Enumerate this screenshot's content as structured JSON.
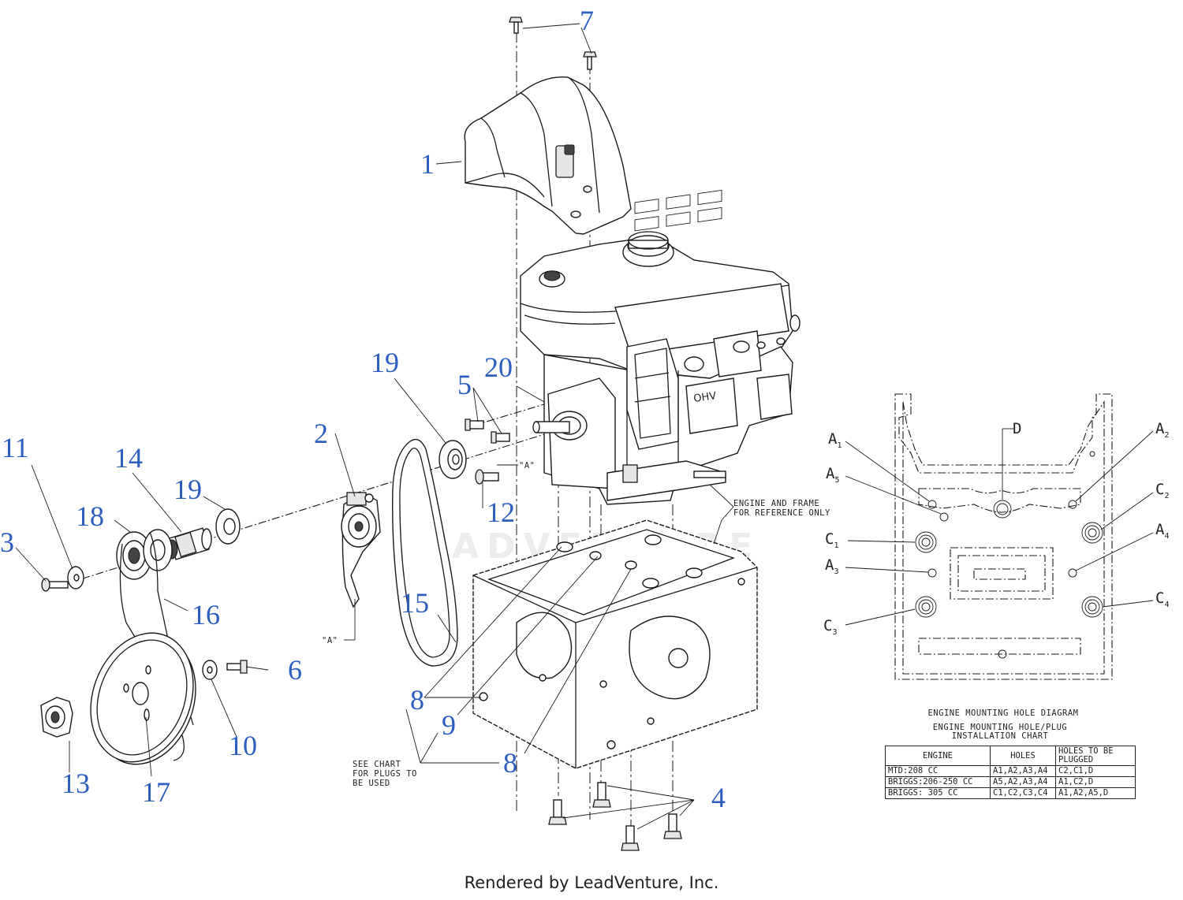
{
  "watermark": "LEADVENTURE",
  "callouts": [
    "1",
    "2",
    "3",
    "4",
    "5",
    "6",
    "7",
    "8",
    "8",
    "9",
    "10",
    "11",
    "12",
    "13",
    "14",
    "15",
    "16",
    "17",
    "18",
    "19",
    "19",
    "20"
  ],
  "notes": {
    "engine_frame_1": "ENGINE AND FRAME",
    "engine_frame_2": "FOR REFERENCE ONLY",
    "see_chart_1": "SEE CHART",
    "see_chart_2": "FOR PLUGS TO",
    "see_chart_3": "BE USED",
    "ref_a_top": "\"A\"",
    "ref_a_left": "\"A\""
  },
  "hole_labels": {
    "a": "A",
    "c": "C",
    "d": "D",
    "s1": "1",
    "s2": "2",
    "s3": "3",
    "s4": "4",
    "s5": "5"
  },
  "diagram_title": "ENGINE MOUNTING HOLE DIAGRAM",
  "chart_title_1": "ENGINE MOUNTING HOLE/PLUG",
  "chart_title_2": "INSTALLATION CHART",
  "plug_chart": {
    "headers": [
      "ENGINE",
      "HOLES",
      "HOLES TO BE PLUGGED"
    ],
    "rows": [
      [
        "MTD:208 CC",
        "A1,A2,A3,A4",
        "C2,C1,D"
      ],
      [
        "BRIGGS:206-250 CC",
        "A5,A2,A3,A4",
        "A1,C2,D"
      ],
      [
        "BRIGGS: 305 CC",
        "C1,C2,C3,C4",
        "A1,A2,A5,D"
      ]
    ]
  },
  "footer": "Rendered by LeadVenture, Inc."
}
